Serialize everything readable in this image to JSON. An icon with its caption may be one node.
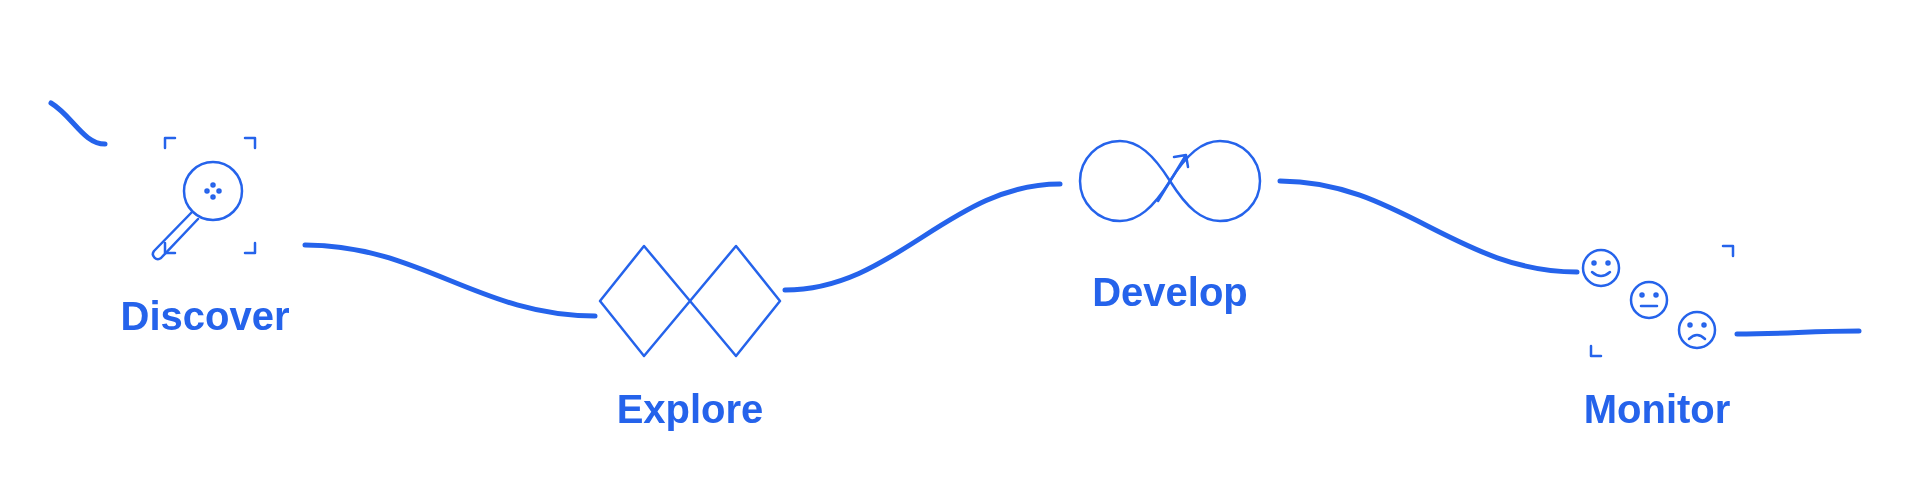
{
  "diagram": {
    "nodes": [
      {
        "text": [
          "Discover"
        ]
      },
      {
        "text": [
          "Explore"
        ]
      },
      {
        "text": [
          "Develop"
        ]
      },
      {
        "text": [
          "Monitor"
        ]
      }
    ],
    "edges": [
      {
        "from": null,
        "to": 0,
        "arrow": "none"
      },
      {
        "from": 0,
        "to": 1,
        "arrow": "none"
      },
      {
        "from": 1,
        "to": 2,
        "arrow": "none"
      },
      {
        "from": 2,
        "to": 3,
        "arrow": "none"
      },
      {
        "from": 3,
        "to": null,
        "arrow": "none"
      }
    ]
  }
}
